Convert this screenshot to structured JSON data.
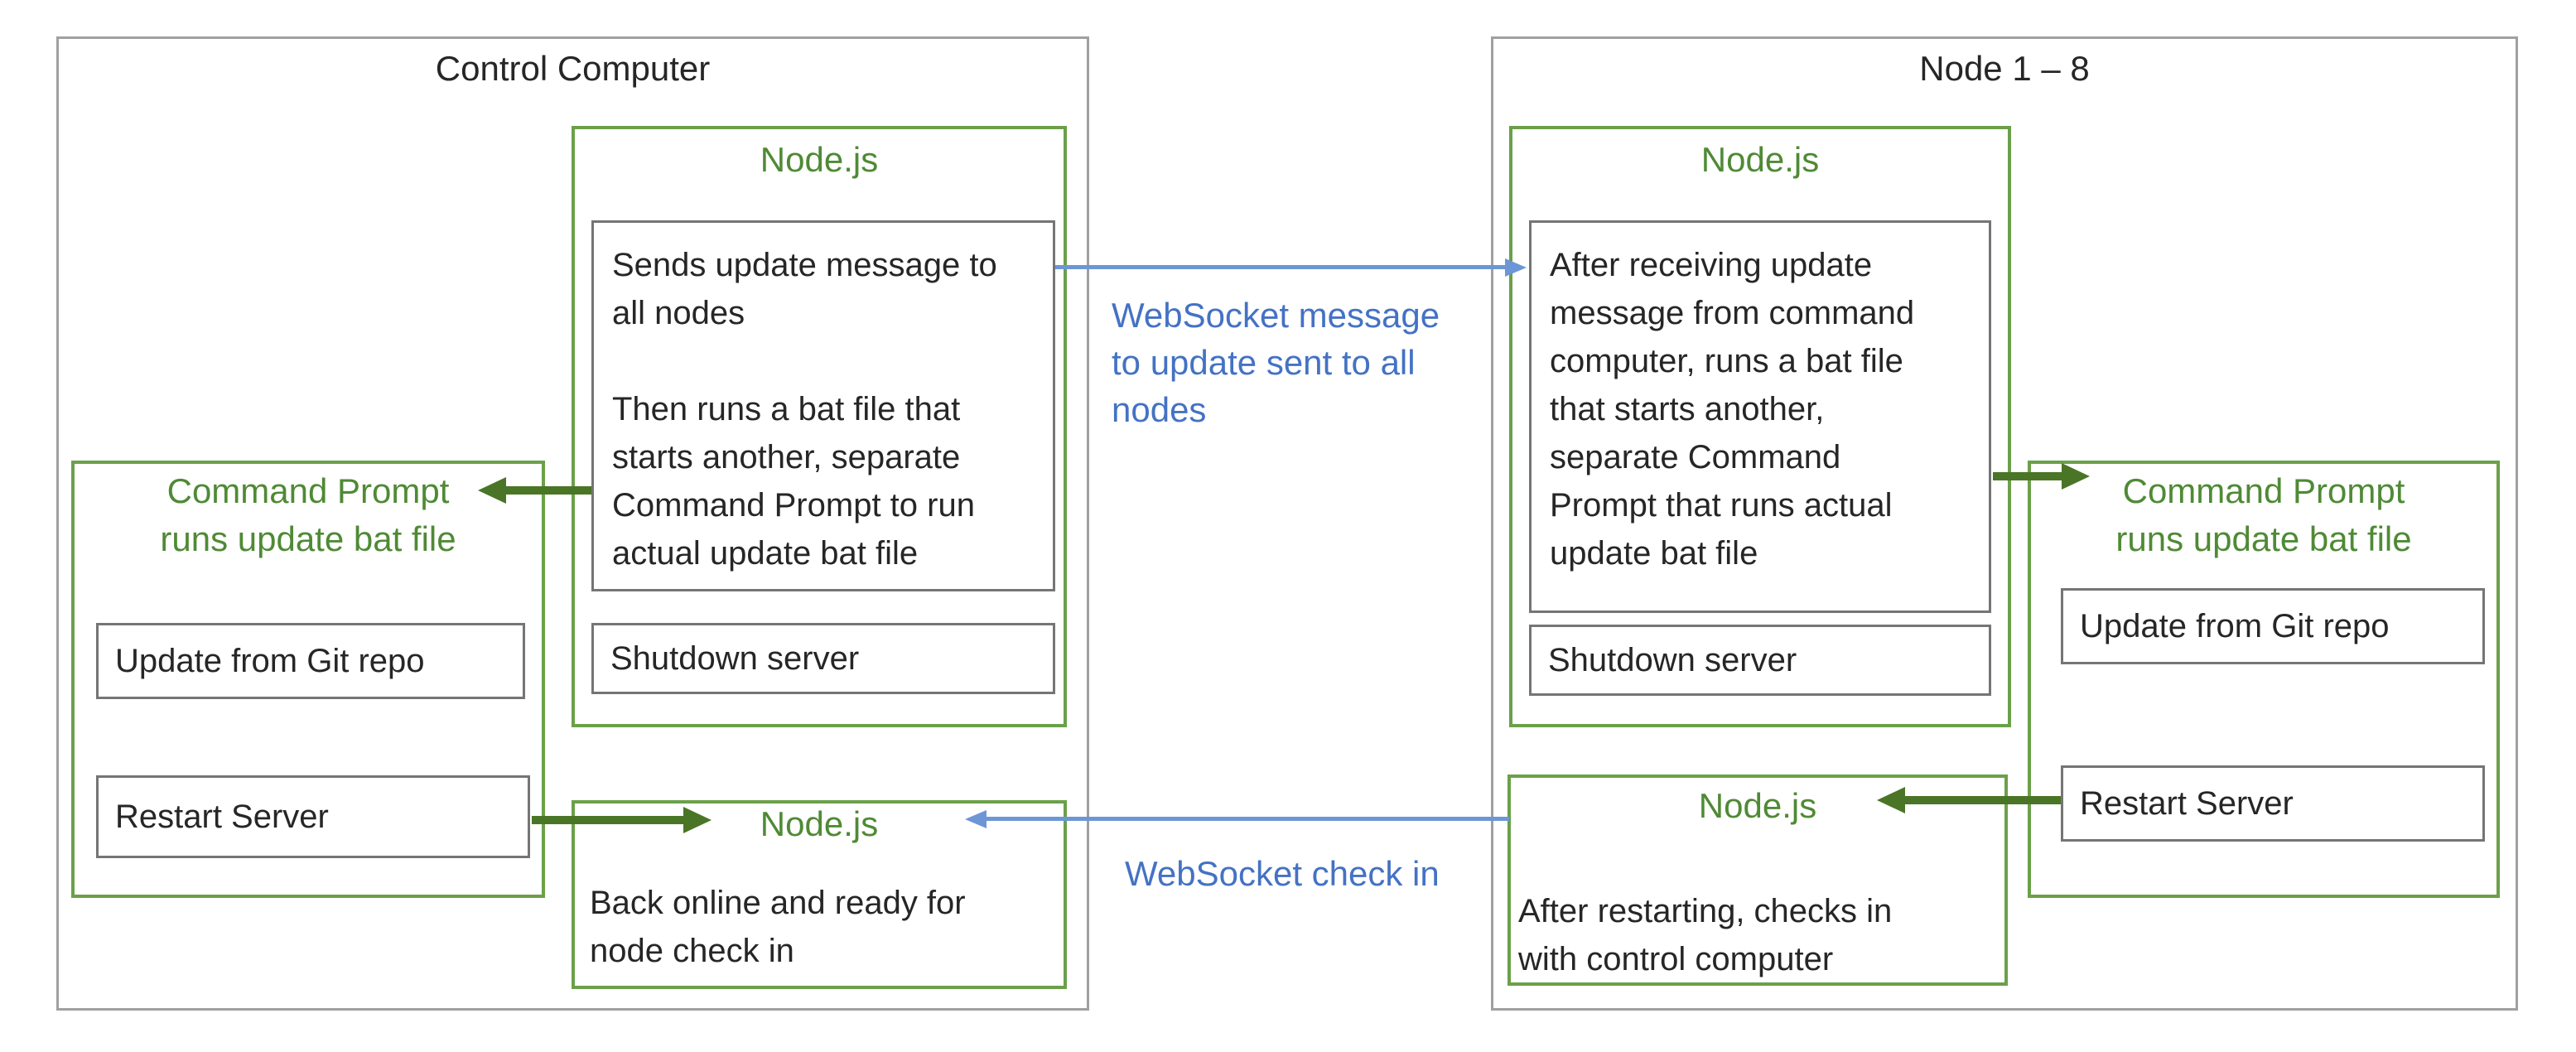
{
  "colors": {
    "background": "#ffffff",
    "text": "#262626",
    "outer_border": "#a0a0a0",
    "inner_border": "#757575",
    "green_border": "#6ba04a",
    "green_text": "#4f8a35",
    "green_arrow": "#4a7526",
    "blue_arrow": "#6d96d6",
    "blue_text": "#4472c4"
  },
  "control_computer": {
    "title": "Control Computer",
    "nodejs_top": {
      "title": "Node.js",
      "message": "Sends update message to\nall nodes\n\nThen runs a bat file that\nstarts another, separate\nCommand Prompt to run\nactual update bat file",
      "shutdown": "Shutdown server"
    },
    "command_prompt": {
      "title": "Command Prompt\nruns update bat file",
      "update": "Update from Git repo",
      "restart": "Restart Server"
    },
    "nodejs_bottom": {
      "title": "Node.js",
      "body": "Back online and ready for\nnode check in"
    }
  },
  "nodes": {
    "title": "Node 1 – 8",
    "nodejs_top": {
      "title": "Node.js",
      "message": "After receiving update\nmessage from command\ncomputer, runs a bat file\nthat starts another,\nseparate Command\nPrompt that runs actual\nupdate bat file",
      "shutdown": "Shutdown server"
    },
    "command_prompt": {
      "title": "Command Prompt\nruns update bat file",
      "update": "Update from Git repo",
      "restart": "Restart Server"
    },
    "nodejs_bottom": {
      "title": "Node.js",
      "body": "After restarting, checks in\nwith control computer"
    }
  },
  "labels": {
    "websocket_update": "WebSocket message\nto update sent to all\nnodes",
    "websocket_checkin": "WebSocket check in"
  }
}
